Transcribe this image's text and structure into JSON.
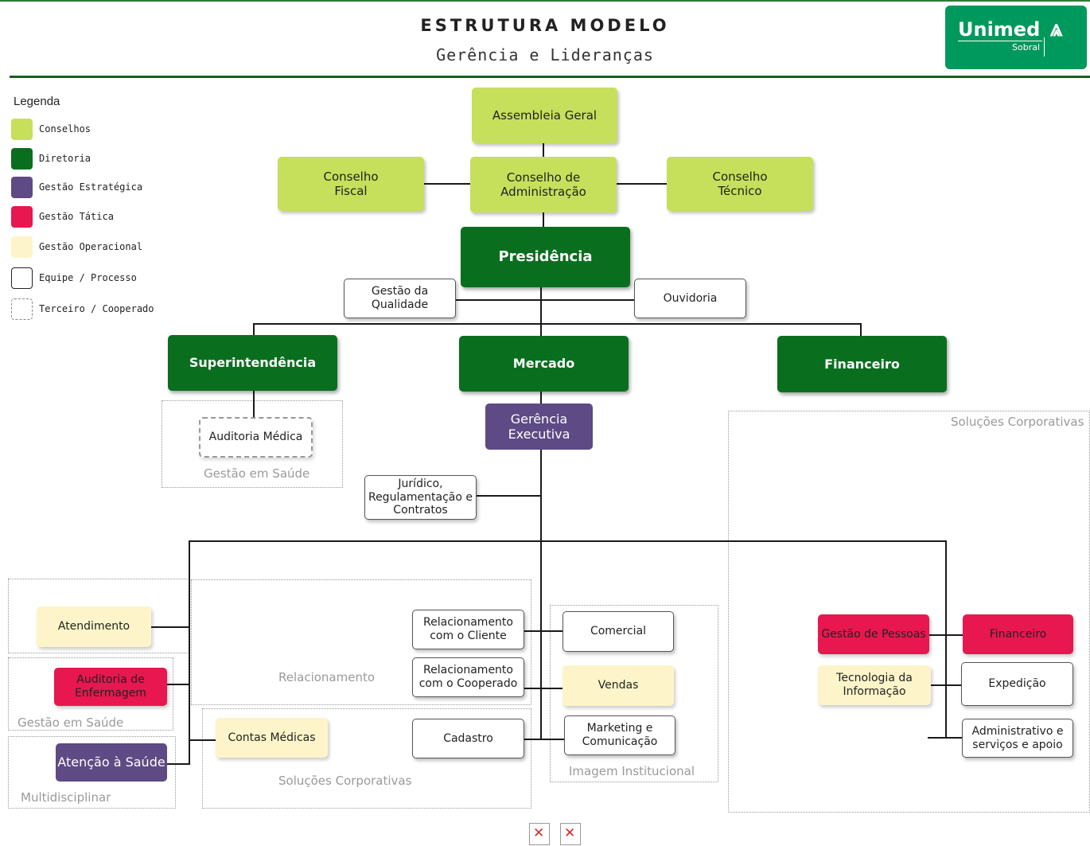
{
  "header": {
    "title": "ESTRUTURA MODELO",
    "subtitle": "Gerência e Lideranças",
    "logo_name": "Unimed",
    "logo_sub": "Sobral"
  },
  "legend": {
    "title": "Legenda",
    "items": [
      {
        "label": "Conselhos",
        "color": "#c6e05b"
      },
      {
        "label": "Diretoria",
        "color": "#0a6e1f"
      },
      {
        "label": "Gestão Estratégica",
        "color": "#5e4a85"
      },
      {
        "label": "Gestão Tática",
        "color": "#e8174f"
      },
      {
        "label": "Gestão Operacional",
        "color": "#fdf5c9"
      },
      {
        "label": "Equipe / Processo",
        "color": "#ffffff"
      },
      {
        "label": "Terceiro / Cooperado",
        "color": "#ffffff"
      }
    ]
  },
  "councils": {
    "assembleia": "Assembleia Geral",
    "fiscal": "Conselho\nFiscal",
    "administracao": "Conselho  de\nAdministração",
    "tecnico": "Conselho\nTécnico"
  },
  "board": {
    "presidencia": "Presidência",
    "qualidade": "Gestão da\nQualidade",
    "ouvidoria": "Ouvidoria",
    "superintendencia": "Superintendência",
    "mercado": "Mercado",
    "financeiro": "Financeiro"
  },
  "management": {
    "gerencia": "Gerência\nExecutiva",
    "juridico": "Jurídico,\nRegulamentação e\nContratos",
    "auditoria_medica": "Auditoria Médica"
  },
  "units": {
    "atendimento": "Atendimento",
    "auditoria_enfermagem": "Auditoria de\nEnfermagem",
    "atencao_saude": "Atenção  à Saúde",
    "contas_medicas": "Contas Médicas",
    "rel_cliente": "Relacionamento\ncom o Cliente",
    "rel_cooperado": "Relacionamento\ncom o Cooperado",
    "cadastro": "Cadastro",
    "comercial": "Comercial",
    "vendas": "Vendas",
    "marketing": "Marketing e\nComunicação",
    "gestao_pessoas": "Gestão de Pessoas",
    "financeiro2": "Financeiro",
    "ti": "Tecnologia da\nInformação",
    "expedicao": "Expedição",
    "administrativo": "Administrativo e\nserviços e apoio"
  },
  "groups": {
    "gestao_saude_top": "Gestão em Saúde",
    "solucoes_right": "Soluções Corporativas",
    "relacionamento": "Relacionamento",
    "gestao_saude_left": "Gestão em Saúde",
    "multidisciplinar": "Multidisciplinar",
    "solucoes_bottom": "Soluções Corporativas",
    "imagem": "Imagem  Institucional"
  },
  "icons": [
    "broken-image-icon",
    "broken-image-icon"
  ]
}
